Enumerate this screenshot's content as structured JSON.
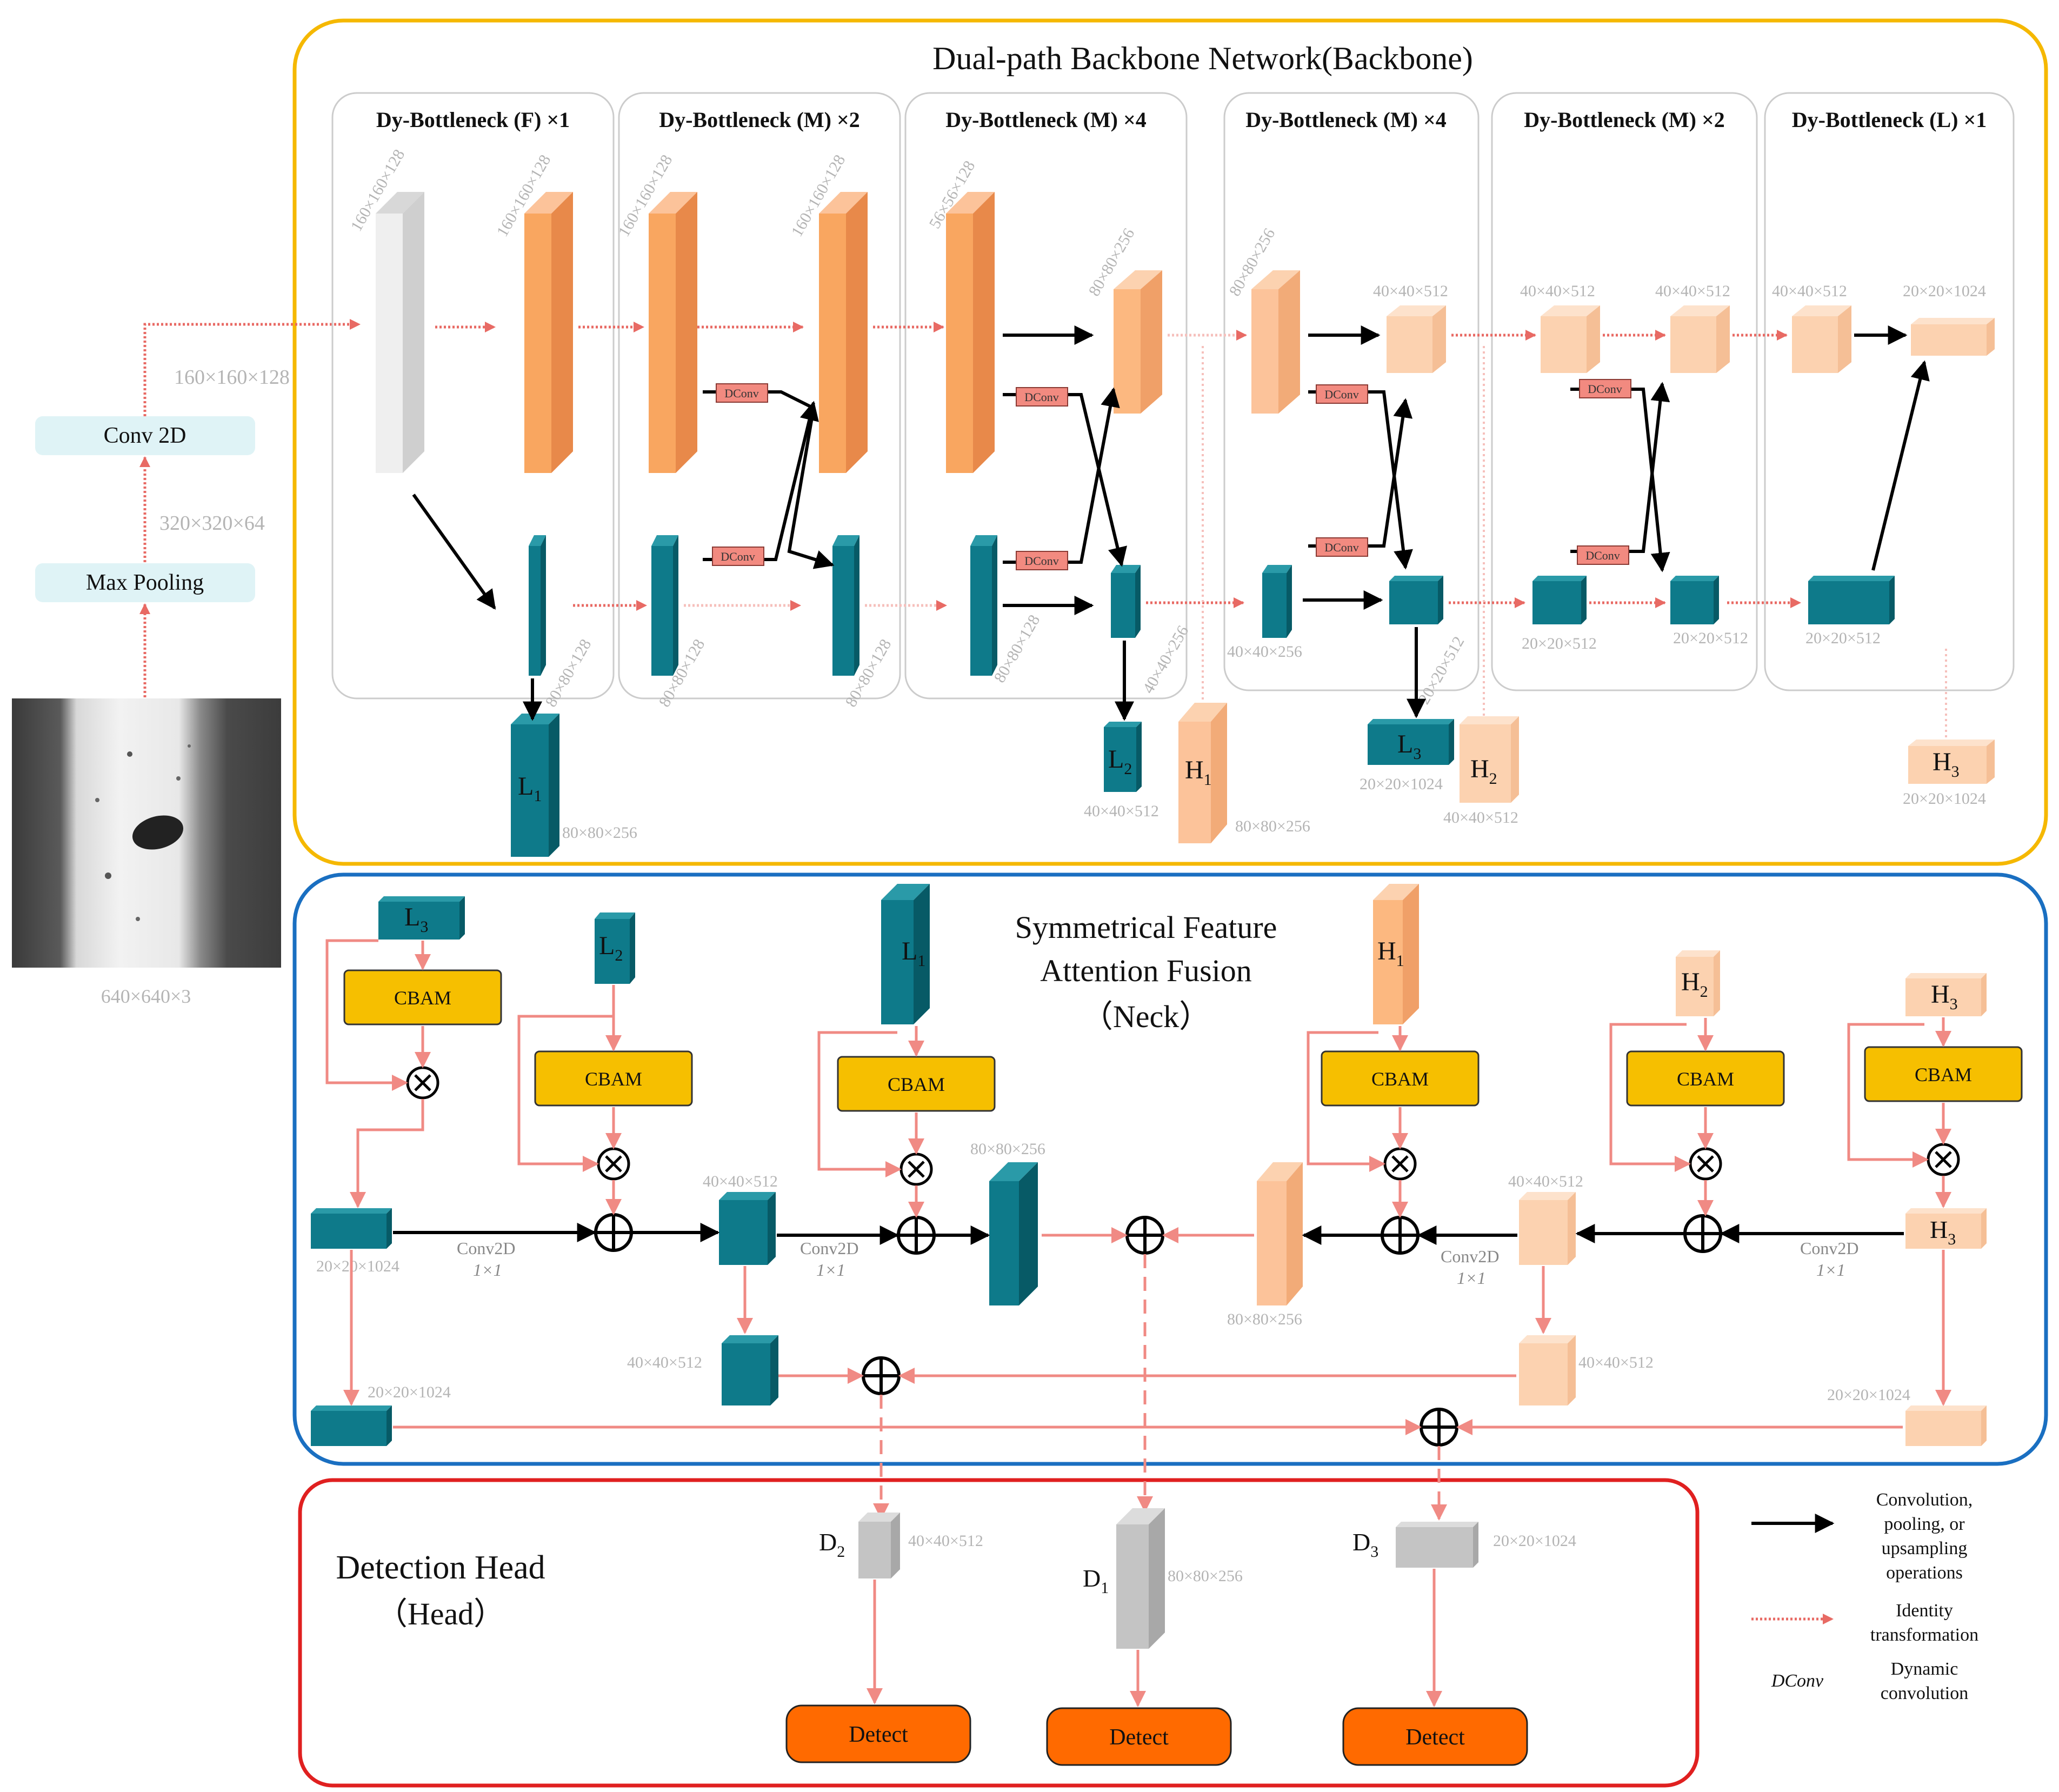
{
  "colors": {
    "backbone_border": "#f5b800",
    "neck_border": "#1a6fc1",
    "head_border": "#e02020",
    "low_block": "#0e7a8a",
    "high_block": "#f9a660",
    "high_light": "#fcc9a0",
    "cbam": "#f6bf00",
    "detect": "#ff6a00",
    "pink_arrow": "#f08a84",
    "identity_arrow": "#e86a64",
    "dconv_box": "#f28a80",
    "gray_block": "#c0c0c0",
    "input_box": "#dff3f6",
    "dim_text": "#b4b4b4"
  },
  "backbone": {
    "title": "Dual-path Backbone Network(Backbone)",
    "stages": [
      "Dy-Bottleneck (F) ×1",
      "Dy-Bottleneck (M) ×2",
      "Dy-Bottleneck (M) ×4",
      "Dy-Bottleneck (M) ×4",
      "Dy-Bottleneck (M) ×2",
      "Dy-Bottleneck (L) ×1"
    ],
    "dconv": "DConv"
  },
  "input": {
    "conv": "Conv 2D",
    "pool": "Max Pooling",
    "dims_conv": "160×160×128",
    "dims_pool": "320×320×64",
    "dims_image": "640×640×3"
  },
  "dims": {
    "d160": "160×160×128",
    "d56": "56×56×128",
    "d80_128": "80×80×128",
    "d80_256": "80×80×256",
    "d40_256": "40×40×256",
    "d40_512": "40×40×512",
    "d20_512": "20×20×512",
    "d20_1024": "20×20×1024"
  },
  "outputs": {
    "L": "L",
    "H": "H",
    "D": "D",
    "sub1": "1",
    "sub2": "2",
    "sub3": "3"
  },
  "neck": {
    "title_line1": "Symmetrical Feature",
    "title_line2": "Attention Fusion",
    "title_line3": "（Neck）",
    "cbam": "CBAM",
    "conv2d": "Conv2D",
    "conv_kernel": "1×1"
  },
  "head": {
    "title_line1": "Detection Head",
    "title_line2": "（Head）",
    "detect": "Detect"
  },
  "legend": {
    "conv_line1": "Convolution,",
    "conv_line2": "pooling, or",
    "conv_line3": "upsampling",
    "conv_line4": "operations",
    "id_line1": "Identity",
    "id_line2": "transformation",
    "dconv_symbol": "DConv",
    "dyn_line1": "Dynamic",
    "dyn_line2": "convolution"
  }
}
